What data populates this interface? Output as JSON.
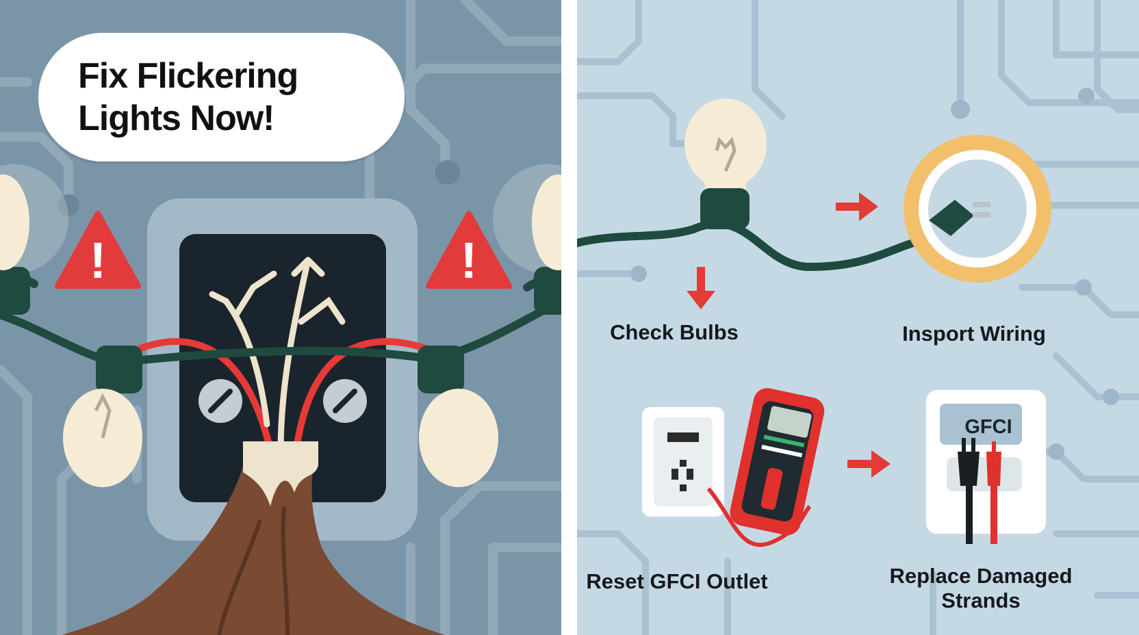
{
  "headline": "Fix Flickering Lights Now!",
  "steps": {
    "check_bulbs": "Check Bulbs",
    "inspect_wiring": "Insport Wiring",
    "reset_gfci": "Reset GFCI Outlet",
    "replace_strands": "Replace Damaged Strands"
  },
  "gfci_device_label": "GFCI",
  "warning_glyph": "!",
  "icons": [
    "warning-icon",
    "light-bulb-icon",
    "frayed-wire-icon",
    "tree-stump-icon",
    "electrical-outlet-icon",
    "multimeter-icon",
    "gfci-outlet-icon",
    "plug-icon",
    "arrow-right-icon",
    "arrow-down-icon"
  ],
  "colors": {
    "left_background": "#7b95a8",
    "right_background": "#c5d9e5",
    "circuit_trace_left": "#91a8b9",
    "circuit_trace_right": "#a9c1d1",
    "cord_green": "#1f4a40",
    "bulb_cream": "#f6ecd6",
    "warning_red": "#e23b3b",
    "arrow_red": "#e33b35",
    "tester_red": "#e0312d",
    "panel_dark": "#1a242d",
    "stump_brown": "#7a4a32",
    "outlet_ring": "#f2bf6b"
  }
}
